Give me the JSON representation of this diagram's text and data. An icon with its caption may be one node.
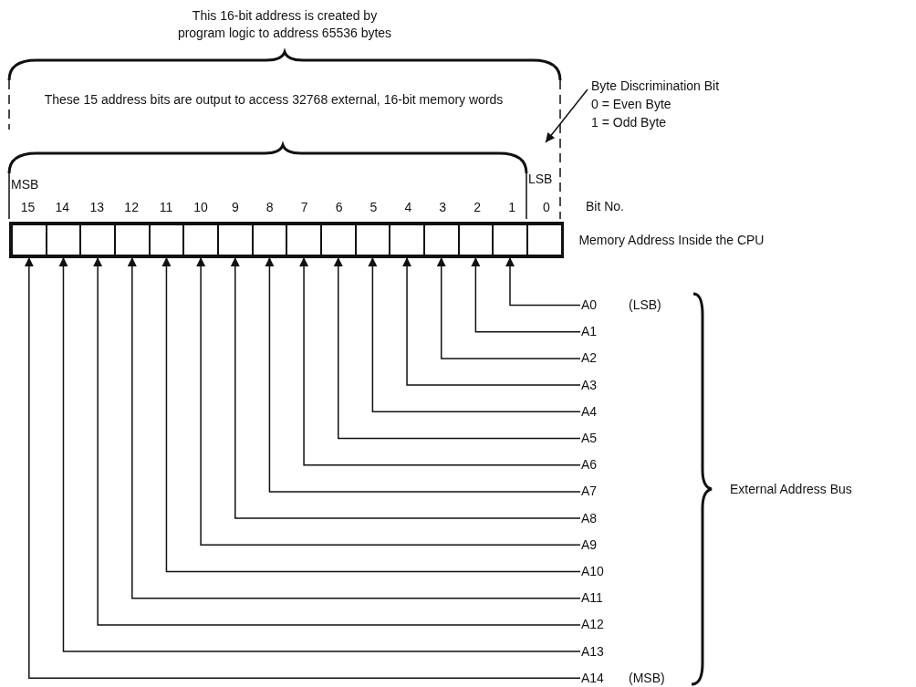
{
  "diagram": {
    "nodes": [
      {
        "text": [],
        "shape": "box",
        "beside": [
          "Memory Address Inside the CPU"
        ]
      },
      {
        "text": [],
        "shape": "box",
        "in": 0
      },
      {
        "text": [],
        "shape": "box",
        "in": 0
      },
      {
        "text": [],
        "shape": "box",
        "in": 0
      },
      {
        "text": [],
        "shape": "box",
        "in": 0
      },
      {
        "text": [],
        "shape": "box",
        "in": 0
      },
      {
        "text": [],
        "shape": "box",
        "in": 0
      },
      {
        "text": [],
        "shape": "box",
        "in": 0
      },
      {
        "text": [],
        "shape": "box",
        "in": 0
      },
      {
        "text": [],
        "shape": "box",
        "in": 0
      },
      {
        "text": [],
        "shape": "box",
        "in": 0
      },
      {
        "text": [],
        "shape": "box",
        "in": 0
      },
      {
        "text": [],
        "shape": "box",
        "in": 0
      },
      {
        "text": [],
        "shape": "box",
        "in": 0
      },
      {
        "text": [],
        "shape": "box",
        "in": 0
      },
      {
        "text": [],
        "shape": "box",
        "in": 0
      },
      {
        "text": [],
        "shape": "box",
        "in": 0
      },
      {
        "text": [
          "Byte Discrimination Bit",
          "0 = Even Byte",
          "1 = Odd Byte"
        ]
      },
      {
        "text": [
          "A0"
        ],
        "beside": [
          "(LSB)"
        ]
      },
      {
        "text": [
          "A1"
        ]
      },
      {
        "text": [
          "A2"
        ]
      },
      {
        "text": [
          "A3"
        ]
      },
      {
        "text": [
          "A4"
        ]
      },
      {
        "text": [
          "A5"
        ]
      },
      {
        "text": [
          "A6"
        ]
      },
      {
        "text": [
          "A7"
        ]
      },
      {
        "text": [
          "A8"
        ]
      },
      {
        "text": [
          "A9"
        ]
      },
      {
        "text": [
          "A10"
        ]
      },
      {
        "text": [
          "A11"
        ]
      },
      {
        "text": [
          "A12"
        ]
      },
      {
        "text": [
          "A13"
        ]
      },
      {
        "text": [
          "A14"
        ],
        "beside": [
          "(MSB)"
        ]
      }
    ],
    "edges": [
      {
        "from": 17,
        "to": null,
        "arrow": "to"
      },
      {
        "from": 18,
        "to": 15,
        "arrow": "to"
      },
      {
        "from": 19,
        "to": 14,
        "arrow": "to"
      },
      {
        "from": 20,
        "to": 13,
        "arrow": "to"
      },
      {
        "from": 21,
        "to": 12,
        "arrow": "to"
      },
      {
        "from": 22,
        "to": 11,
        "arrow": "to"
      },
      {
        "from": 23,
        "to": 10,
        "arrow": "to"
      },
      {
        "from": 24,
        "to": 9,
        "arrow": "to"
      },
      {
        "from": 25,
        "to": 8,
        "arrow": "to"
      },
      {
        "from": 26,
        "to": 7,
        "arrow": "to"
      },
      {
        "from": 27,
        "to": 6,
        "arrow": "to"
      },
      {
        "from": 28,
        "to": 5,
        "arrow": "to"
      },
      {
        "from": 29,
        "to": 4,
        "arrow": "to"
      },
      {
        "from": 30,
        "to": 3,
        "arrow": "to"
      },
      {
        "from": 31,
        "to": 2,
        "arrow": "to"
      },
      {
        "from": 32,
        "to": 1,
        "arrow": "to"
      }
    ],
    "labels": [
      "This 16-bit address is created by program logic to address 65536 bytes",
      "These 15 address bits are output to access 32768 external, 16-bit memory words",
      "MSB",
      "LSB",
      "15",
      "14",
      "13",
      "12",
      "11",
      "10",
      "9",
      "8",
      "7",
      "6",
      "5",
      "4",
      "3",
      "2",
      "1",
      "0",
      "Bit No.",
      "External Address Bus"
    ]
  }
}
